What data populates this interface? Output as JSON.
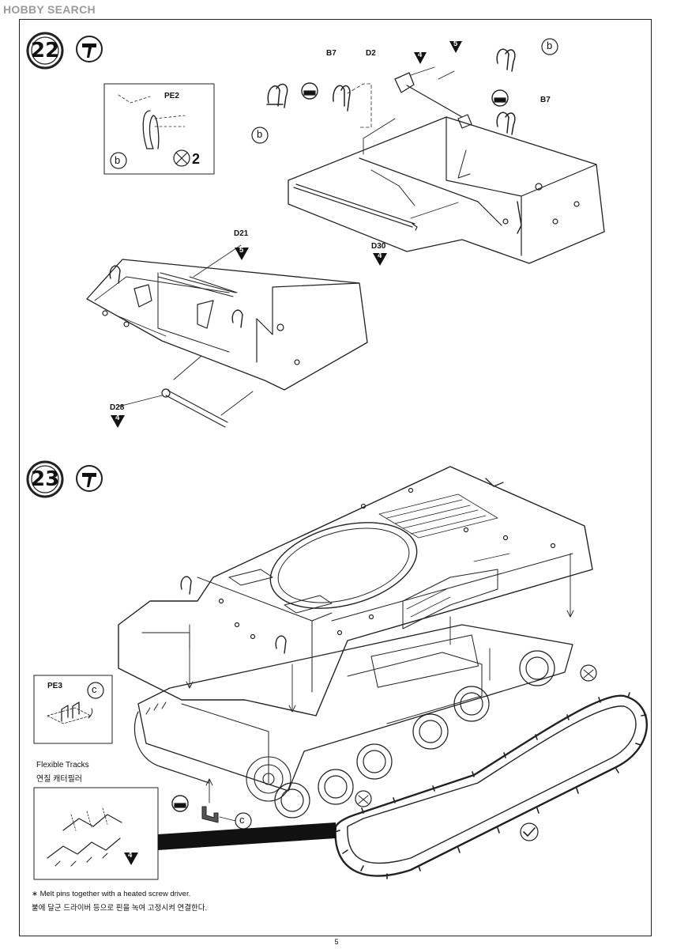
{
  "watermark": {
    "brand": "HOBBY SEARCH"
  },
  "steps": [
    {
      "number": "22",
      "icon": "glue-icon"
    },
    {
      "number": "23",
      "icon": "glue-icon"
    }
  ],
  "step22": {
    "inset": {
      "part": "PE2",
      "subassembly": "b",
      "quantity": "2"
    },
    "labels": {
      "b_left": "b",
      "b7_left": "B7",
      "d2": "D2",
      "d2_sprue": "4",
      "sprue5": "5",
      "b_right": "b",
      "b7_right": "B7",
      "d30": "D30",
      "d30_sprue": "4",
      "d21": "D21",
      "d21_sprue": "5",
      "d28": "D28",
      "d28_sprue": "4"
    }
  },
  "step23": {
    "inset_pe3": {
      "part": "PE3",
      "subassembly": "c"
    },
    "c_callout": "c",
    "flexible_tracks": {
      "title_en": "Flexible Tracks",
      "title_ko": "연질 캐터필러",
      "sprue": "4"
    },
    "notes": [
      "∗ Melt pins together with a heated screw driver.",
      "불에 달군 드라이버 등으로 핀을 녹여 고정시켜 연결한다."
    ]
  },
  "page": {
    "number": "5"
  }
}
